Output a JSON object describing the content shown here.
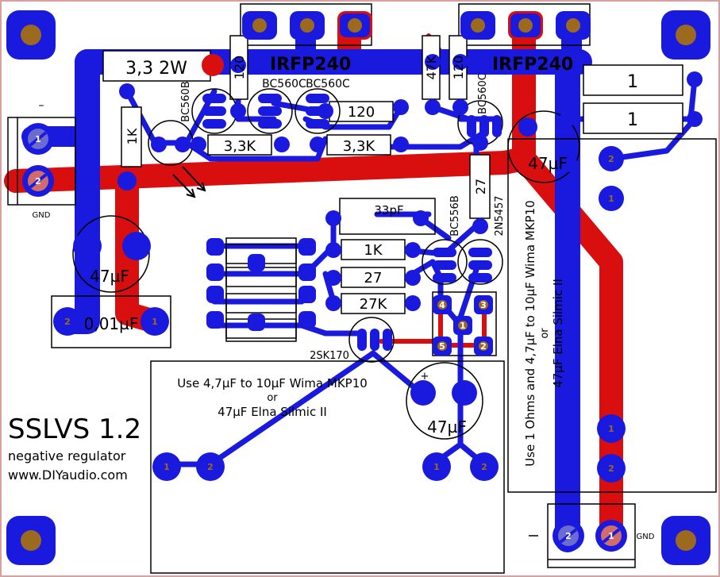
{
  "colors": {
    "copper_bottom": "#1a1adf",
    "copper_top": "#d90f0f",
    "pad": "#1a1adf",
    "drill": "#9c6a1e",
    "silk": "#000000",
    "edge": "#d8a0a0",
    "background": "#ffffff"
  },
  "title": "SSLVS 1.2",
  "subtitle": "negative regulator",
  "website": "www.DIYaudio.com",
  "note_cap_line1": "Use 4,7µF to 10µF Wima MKP10",
  "note_cap_or": "or",
  "note_cap_line2": "47µF Elna Silmic II",
  "note_vertical_line1": "Use 1 Ohms and 4,7µF to 10µF Wima MKP10",
  "note_vertical_or": "or",
  "note_vertical_line2": "47µF Elna Silmic II",
  "components": {
    "q_left": "IRFP240",
    "q_right": "IRFP240",
    "r_power": "3,3 2W",
    "r_120_v1": "120",
    "r_120_v2": "120",
    "r_47k": "47K",
    "r_1k_v": "1K",
    "r_120_h": "120",
    "r_33k_a": "3,3K",
    "r_33k_b": "3,3K",
    "r_1_a": "1",
    "r_1_b": "1",
    "r_27_v": "27",
    "c_33p": "33pF",
    "r_1k_h": "1K",
    "r_27_h": "27",
    "r_27k_h": "27K",
    "c_001": "0,01µF",
    "c_47_left": "47µF",
    "c_47_right": "47µF",
    "c_47_bottom": "47µF",
    "t_bc560b": "BC560B",
    "t_bc560c_a": "BC560C",
    "t_bc560c_b": "BC560C",
    "t_bc560c_c": "BC560C",
    "t_bc556b": "BC556B",
    "t_2n5457": "2N5457",
    "t_2sk170": "2SK170"
  },
  "labels": {
    "minus_left": "–",
    "gnd_left": "GND",
    "minus_right": "–",
    "gnd_right": "GND",
    "plus": "+"
  },
  "pin_numbers": {
    "one": "1",
    "two": "2",
    "three": "3",
    "four": "4",
    "five": "5"
  }
}
